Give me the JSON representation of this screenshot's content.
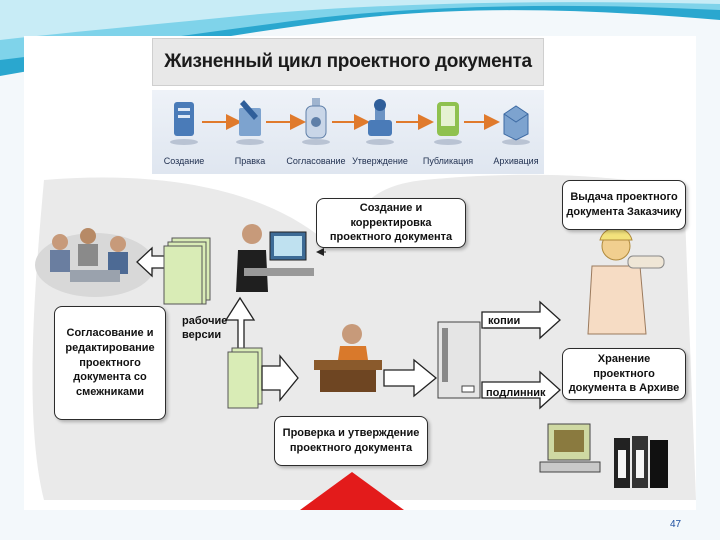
{
  "title": "Жизненный цикл проектного документа",
  "stages": [
    {
      "label": "Создание",
      "icon": "document-create-icon"
    },
    {
      "label": "Правка",
      "icon": "document-edit-icon"
    },
    {
      "label": "Согласование",
      "icon": "bottle-approve-icon"
    },
    {
      "label": "Утверждение",
      "icon": "stamp-approve-icon"
    },
    {
      "label": "Публикация",
      "icon": "document-publish-icon"
    },
    {
      "label": "Архивация",
      "icon": "archive-box-icon"
    }
  ],
  "boxes": {
    "create_edit": "Создание и корректировка проектного документа",
    "issue_customer": "Выдача проектного документа Заказчику",
    "coordinate": "Согласование и редактирование проектного документа со смежниками",
    "check_approve": "Проверка и утверждение проектного документа",
    "archive_store": "Хранение проектного документа в Архиве"
  },
  "labels": {
    "working_versions": "рабочие версии",
    "copies": "копии",
    "originals": "подлинник"
  },
  "page_number": "47",
  "colors": {
    "accent_arrow": "#e31b1b",
    "doc_green": "#d9ecb6",
    "wave": "#3bb8d8",
    "page_number": "#1d4fa0"
  }
}
